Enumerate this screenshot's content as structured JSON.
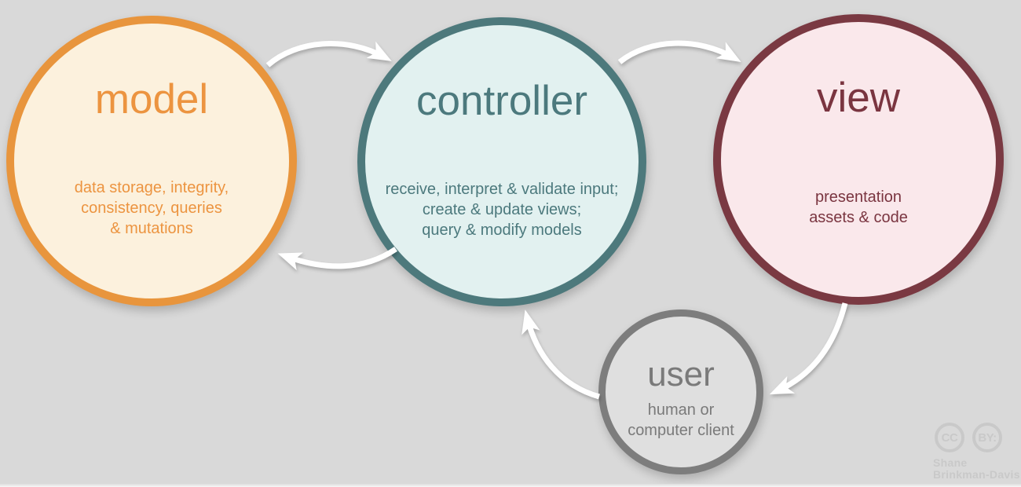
{
  "background_color": "#d9d9d9",
  "arrow_color": "#ffffff",
  "nodes": {
    "model": {
      "title": "model",
      "lines": [
        "data storage, integrity,",
        "consistency, queries",
        "& mutations"
      ],
      "border": "#e8953d",
      "fill": "#fcf1dd",
      "text": "#ec9440"
    },
    "controller": {
      "title": "controller",
      "lines": [
        "receive, interpret & validate input;",
        "create & update views;",
        "query & modify models"
      ],
      "border": "#4d797c",
      "fill": "#e2f1f0",
      "text": "#4c797d"
    },
    "view": {
      "title": "view",
      "lines": [
        "presentation",
        "assets & code"
      ],
      "border": "#7a3942",
      "fill": "#fae8eb",
      "text": "#7a3540"
    },
    "user": {
      "title": "user",
      "lines": [
        "human or",
        "computer client"
      ],
      "border": "#7d7d7d",
      "fill": "#dfdfdf",
      "text": "#7a7a7a"
    }
  },
  "edges": [
    {
      "from": "model",
      "to": "controller"
    },
    {
      "from": "controller",
      "to": "view"
    },
    {
      "from": "controller",
      "to": "model"
    },
    {
      "from": "view",
      "to": "user"
    },
    {
      "from": "user",
      "to": "controller"
    }
  ],
  "credit": {
    "badge_cc": "CC",
    "badge_by": "BY:",
    "name_line1": "Shane",
    "name_line2": "Brinkman-Davis",
    "color": "#c9c9c9"
  }
}
